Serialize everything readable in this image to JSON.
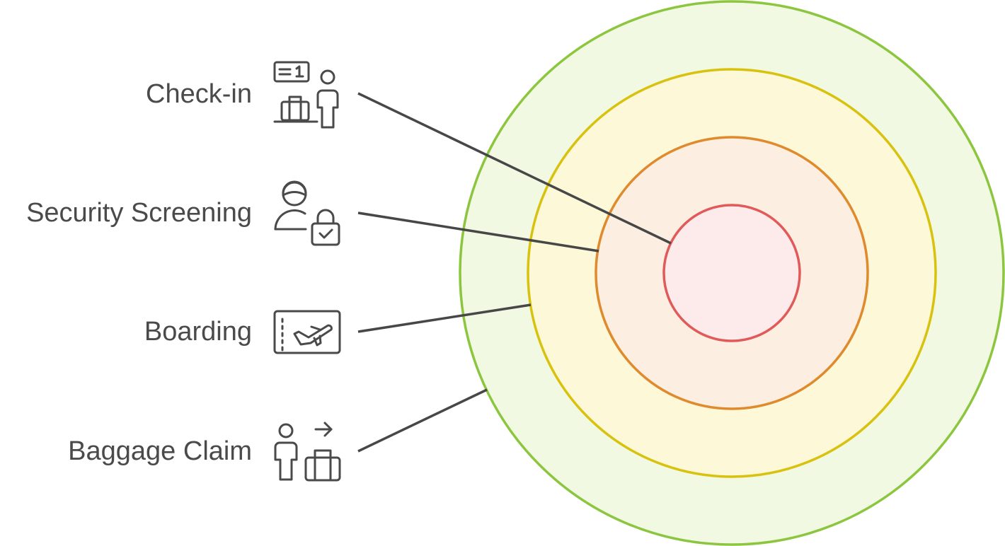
{
  "rings": [
    {
      "name": "Baggage Claim",
      "stroke": "#8cc63f",
      "fill": "#f1f9e3"
    },
    {
      "name": "Boarding",
      "stroke": "#d8c20f",
      "fill": "#fdf8d8"
    },
    {
      "name": "Security Screening",
      "stroke": "#e08a2e",
      "fill": "#fdeee2"
    },
    {
      "name": "Check-in",
      "stroke": "#e05a5a",
      "fill": "#fdebeb"
    }
  ],
  "stages": [
    {
      "label": "Check-in",
      "icon": "check-in-icon"
    },
    {
      "label": "Security Screening",
      "icon": "security-screening-icon"
    },
    {
      "label": "Boarding",
      "icon": "boarding-pass-icon"
    },
    {
      "label": "Baggage Claim",
      "icon": "baggage-claim-icon"
    }
  ],
  "colors": {
    "text": "#4a4a4a",
    "connector": "#474747"
  }
}
